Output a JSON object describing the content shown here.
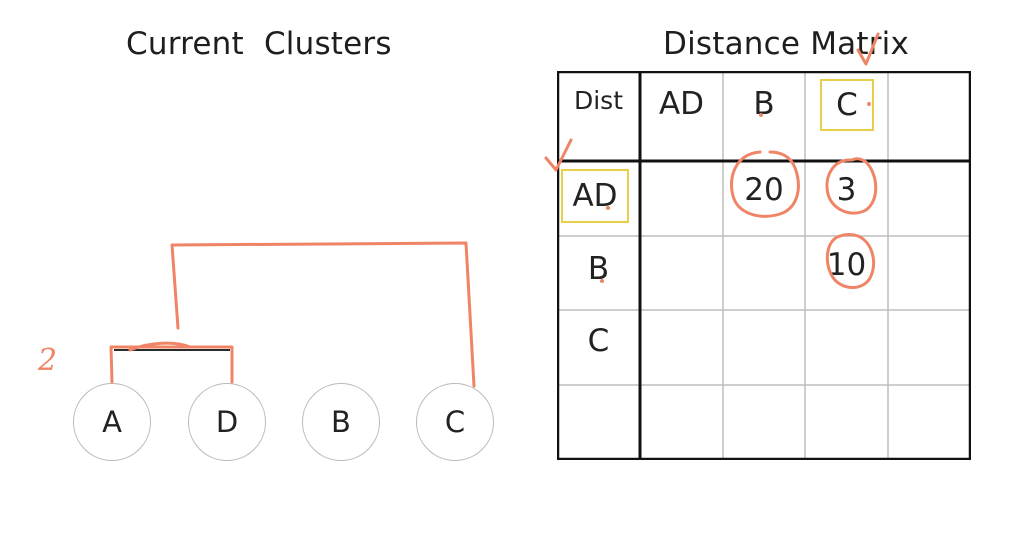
{
  "left_panel": {
    "title": "Current  Clusters",
    "nodes": [
      "A",
      "D",
      "B",
      "C"
    ],
    "merge_annotation": "2"
  },
  "right_panel": {
    "title": "Distance Matrix",
    "corner_label": "Dist",
    "column_headers": [
      "AD",
      "B",
      "C",
      ""
    ],
    "rows": [
      {
        "label": "AD",
        "cells": [
          "",
          "20",
          "3",
          ""
        ]
      },
      {
        "label": "B",
        "cells": [
          "",
          "",
          "10",
          ""
        ]
      },
      {
        "label": "C",
        "cells": [
          "",
          "",
          "",
          ""
        ]
      },
      {
        "label": "",
        "cells": [
          "",
          "",
          "",
          ""
        ]
      }
    ]
  },
  "colors": {
    "annotation": "#ef8566",
    "highlight": "#e8cf4a",
    "grid_bold": "#111111",
    "grid_light": "#bdbdbd",
    "node_border": "#b9b9b9"
  }
}
